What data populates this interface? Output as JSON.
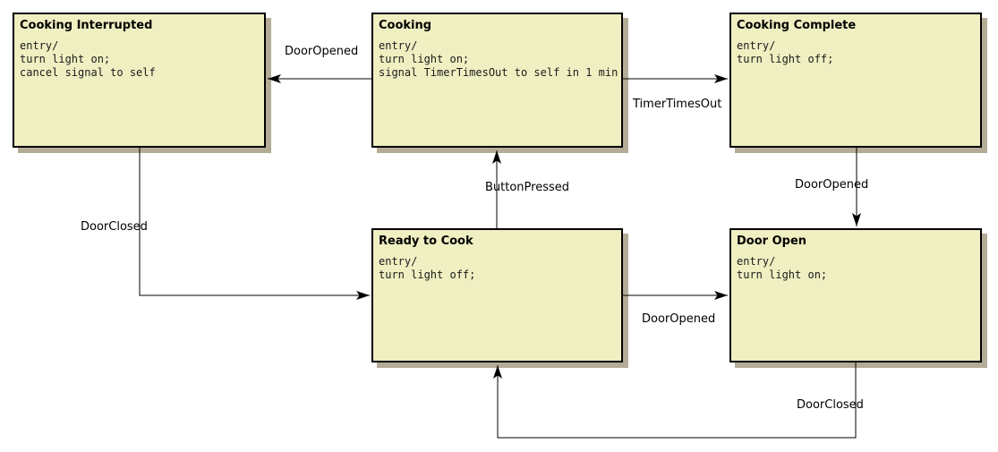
{
  "diagram": {
    "type": "uml-state-machine",
    "colors": {
      "background": "#ffffff",
      "state_fill": "#efefc2",
      "state_border": "#000000",
      "state_shadow": "#b4ac96",
      "line": "#000000"
    },
    "states": [
      {
        "title": "Cooking Interrupted",
        "body_lines": [
          "entry/",
          "turn light on;",
          "cancel signal to self"
        ]
      },
      {
        "title": "Cooking",
        "body_lines": [
          "entry/",
          "turn light on;",
          "signal TimerTimesOut to self in 1 min"
        ]
      },
      {
        "title": "Cooking Complete",
        "body_lines": [
          "entry/",
          "turn light off;"
        ]
      },
      {
        "title": "Ready to Cook",
        "body_lines": [
          "entry/",
          "turn light off;"
        ]
      },
      {
        "title": "Door Open",
        "body_lines": [
          "entry/",
          "turn light on;"
        ]
      }
    ],
    "transitions": [
      {
        "label": "DoorOpened",
        "from": "Cooking",
        "to": "Cooking Interrupted"
      },
      {
        "label": "TimerTimesOut",
        "from": "Cooking",
        "to": "Cooking Complete"
      },
      {
        "label": "ButtonPressed",
        "from": "Ready to Cook",
        "to": "Cooking"
      },
      {
        "label": "DoorClosed",
        "from": "Cooking Interrupted",
        "to": "Ready to Cook"
      },
      {
        "label": "DoorOpened",
        "from": "Ready to Cook",
        "to": "Door Open"
      },
      {
        "label": "DoorOpened",
        "from": "Cooking Complete",
        "to": "Door Open"
      },
      {
        "label": "DoorClosed",
        "from": "Door Open",
        "to": "Ready to Cook"
      }
    ]
  }
}
